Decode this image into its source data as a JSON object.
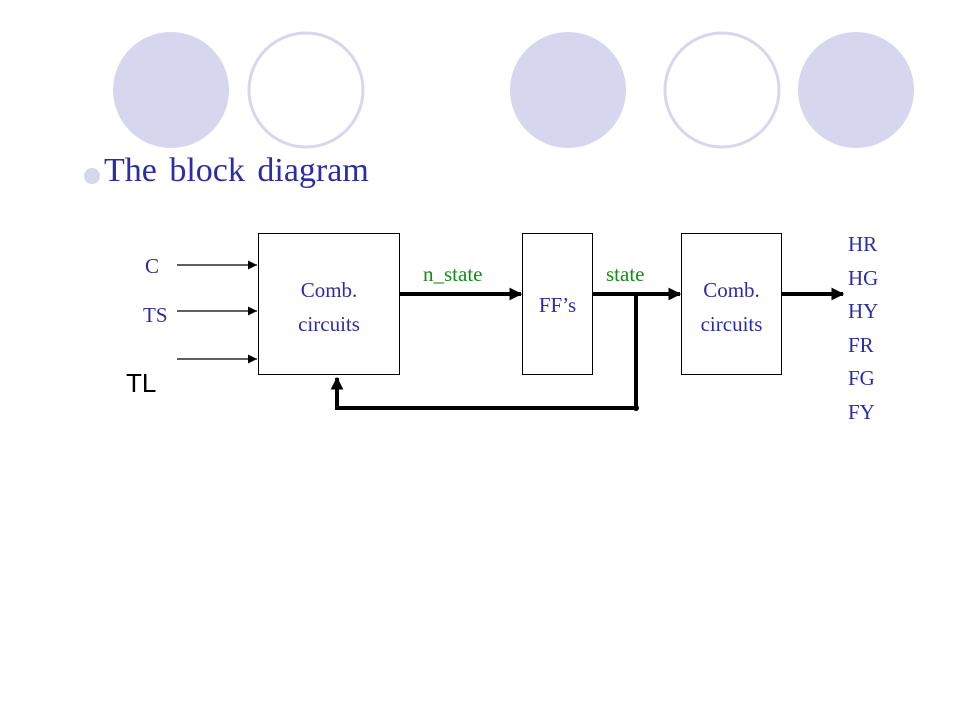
{
  "slide": {
    "title": "The block diagram"
  },
  "diagram": {
    "inputs": {
      "c": "C",
      "ts": "TS",
      "tl": "TL"
    },
    "comb_left": {
      "line1": "Comb.",
      "line2": "circuits"
    },
    "ffs": {
      "label": "FF’s"
    },
    "comb_right": {
      "line1": "Comb.",
      "line2": "circuits"
    },
    "signals": {
      "n_state": "n_state",
      "state": "state"
    },
    "outputs": [
      "HR",
      "HG",
      "HY",
      "FR",
      "FG",
      "FY"
    ]
  },
  "colors": {
    "accent_text": "#2c2ca8",
    "signal_green": "#178a17",
    "deco_fill": "#d6d7ee",
    "deco_outline": "#d6d7ee"
  }
}
